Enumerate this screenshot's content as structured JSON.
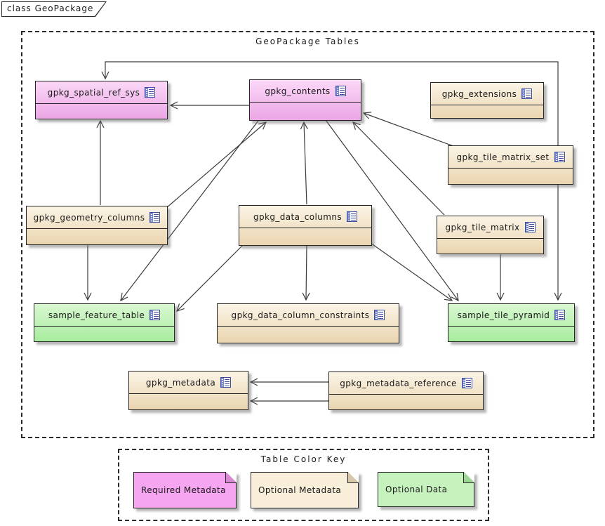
{
  "diagram": {
    "tab_label": "class GeoPackage",
    "frame_title": "GeoPackage Tables",
    "key_title": "Table Color Key"
  },
  "colors": {
    "required_fill_top": "#fbd8f8",
    "required_fill_bottom": "#eba6e4",
    "optional_meta_fill_top": "#fbf4e6",
    "optional_meta_fill_bottom": "#ead5b0",
    "optional_data_fill_top": "#d9f8d1",
    "optional_data_fill_bottom": "#a8ec9e",
    "note_required": "#f6a5f0",
    "note_optional_meta": "#f8eed9",
    "note_optional_data": "#c6f3bd"
  },
  "entities": [
    {
      "id": "gpkg_spatial_ref_sys",
      "label": "gpkg_spatial_ref_sys",
      "category": "required-metadata"
    },
    {
      "id": "gpkg_contents",
      "label": "gpkg_contents",
      "category": "required-metadata"
    },
    {
      "id": "gpkg_extensions",
      "label": "gpkg_extensions",
      "category": "optional-metadata"
    },
    {
      "id": "gpkg_tile_matrix_set",
      "label": "gpkg_tile_matrix_set",
      "category": "optional-metadata"
    },
    {
      "id": "gpkg_geometry_columns",
      "label": "gpkg_geometry_columns",
      "category": "optional-metadata"
    },
    {
      "id": "gpkg_data_columns",
      "label": "gpkg_data_columns",
      "category": "optional-metadata"
    },
    {
      "id": "gpkg_tile_matrix",
      "label": "gpkg_tile_matrix",
      "category": "optional-metadata"
    },
    {
      "id": "sample_feature_table",
      "label": "sample_feature_table",
      "category": "optional-data"
    },
    {
      "id": "gpkg_data_column_constraints",
      "label": "gpkg_data_column_constraints",
      "category": "optional-metadata"
    },
    {
      "id": "sample_tile_pyramid",
      "label": "sample_tile_pyramid",
      "category": "optional-data"
    },
    {
      "id": "gpkg_metadata",
      "label": "gpkg_metadata",
      "category": "optional-metadata"
    },
    {
      "id": "gpkg_metadata_reference",
      "label": "gpkg_metadata_reference",
      "category": "optional-metadata"
    }
  ],
  "relationships": [
    {
      "from": "gpkg_contents",
      "to": "gpkg_spatial_ref_sys"
    },
    {
      "from": "gpkg_tile_matrix_set",
      "to": "gpkg_spatial_ref_sys"
    },
    {
      "from": "gpkg_tile_matrix_set",
      "to": "sample_tile_pyramid"
    },
    {
      "from": "gpkg_geometry_columns",
      "to": "gpkg_spatial_ref_sys"
    },
    {
      "from": "gpkg_geometry_columns",
      "to": "sample_feature_table"
    },
    {
      "from": "gpkg_geometry_columns",
      "to": "gpkg_contents"
    },
    {
      "from": "gpkg_contents",
      "to": "sample_feature_table"
    },
    {
      "from": "gpkg_data_columns",
      "to": "gpkg_contents"
    },
    {
      "from": "gpkg_data_columns",
      "to": "gpkg_data_column_constraints"
    },
    {
      "from": "gpkg_data_columns",
      "to": "sample_feature_table"
    },
    {
      "from": "gpkg_contents",
      "to": "sample_tile_pyramid"
    },
    {
      "from": "gpkg_data_columns",
      "to": "sample_tile_pyramid"
    },
    {
      "from": "gpkg_tile_matrix",
      "to": "sample_tile_pyramid"
    },
    {
      "from": "gpkg_tile_matrix",
      "to": "gpkg_contents"
    },
    {
      "from": "gpkg_tile_matrix_set",
      "to": "gpkg_contents"
    },
    {
      "from": "gpkg_metadata_reference",
      "to": "gpkg_metadata"
    },
    {
      "from": "gpkg_metadata_reference",
      "to": "gpkg_metadata"
    }
  ],
  "key_notes": [
    {
      "label": "Required Metadata",
      "category": "required-metadata"
    },
    {
      "label": "Optional Metadata",
      "category": "optional-metadata"
    },
    {
      "label": "Optional Data",
      "category": "optional-data"
    }
  ]
}
